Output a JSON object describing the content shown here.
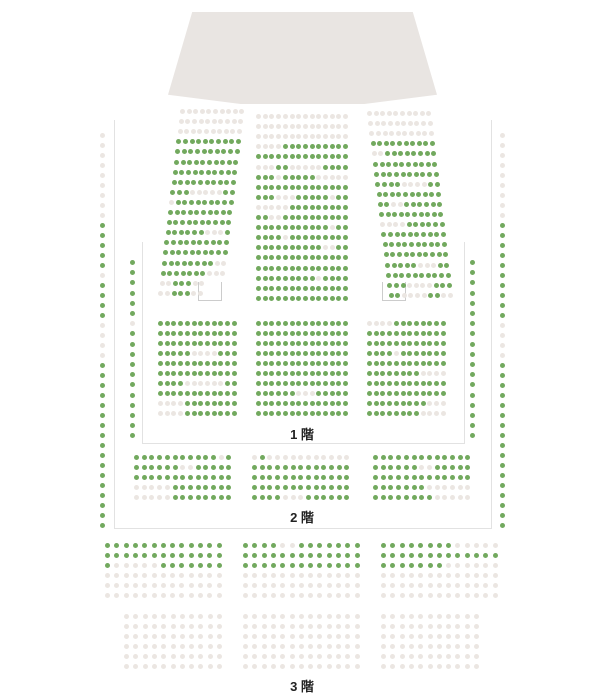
{
  "stage_label": "",
  "floors": [
    {
      "label": "1 階"
    },
    {
      "label": "2 階"
    },
    {
      "label": "3 階"
    }
  ],
  "colors": {
    "available": "#72a95e",
    "unavailable": "#ebe6e2"
  },
  "sections": [
    {
      "name": "1f-upper-left",
      "rows": [
        "0000000000",
        "0000000000",
        "0000000000",
        "1111111111",
        "1111111111",
        "1111111111",
        "1111111111",
        "1111111111",
        "1110000011",
        "0111111111",
        "1111111111",
        "1111111111",
        "1111110001",
        "1111111111",
        "1111111111",
        "1111111100",
        "1111111000",
        "0011100",
        "0011100"
      ]
    },
    {
      "name": "1f-upper-center",
      "rows": [
        "00000000000000",
        "00000000000000",
        "00000000000000",
        "00001111111111",
        "11111111111111",
        "00011000001111",
        "11101111100000",
        "11111111111111",
        "11100011111011",
        "00000111111111",
        "11001111111111",
        "11111111111011",
        "11110111111111",
        "11111111110011",
        "11111111111111",
        "11111111111111",
        "11111111101111",
        "11111111111111",
        "11111111111111"
      ]
    },
    {
      "name": "1f-upper-right",
      "rows": [
        "0000000000",
        "0000000000",
        "0000000000",
        "1111111111",
        "0011111111",
        "1111111111",
        "1111111111",
        "1111000011",
        "1111111111",
        "1100111111",
        "1111111111",
        "0000111111",
        "1111111111",
        "1111111111",
        "1111111111",
        "1111100011",
        "1111111111",
        "1110000111",
        "1100001100"
      ]
    },
    {
      "name": "1f-lower-left",
      "rows": [
        "111111111111",
        "111111111111",
        "111111111111",
        "111110000111",
        "111111111111",
        "111111111111",
        "111100000011",
        "111111111111",
        "000011111111",
        "000011111111"
      ]
    },
    {
      "name": "1f-lower-center",
      "rows": [
        "11111111111111",
        "11111111111111",
        "11111111111111",
        "11111111111111",
        "11111111111111",
        "11111111111111",
        "11111111111111",
        "11111100011111",
        "11111111111111",
        "11111111111111"
      ]
    },
    {
      "name": "1f-lower-right",
      "rows": [
        "000011111111",
        "111111111111",
        "111111111111",
        "111101111111",
        "111111111111",
        "111111110000",
        "111111111111",
        "111111111111",
        "111111111000",
        "111111110000"
      ]
    },
    {
      "name": "1f-side-left-outer",
      "rows": [
        "0",
        "0",
        "0",
        "0",
        "0",
        "0",
        "0",
        "0",
        "0",
        "1",
        "1",
        "1",
        "1",
        "1",
        "0",
        "1",
        "1",
        "1",
        "1",
        "0",
        "0",
        "0",
        "0",
        "1",
        "1",
        "1",
        "1",
        "1",
        "1",
        "1",
        "1",
        "1",
        "1",
        "1",
        "1",
        "1",
        "1",
        "1",
        "1",
        "1"
      ]
    },
    {
      "name": "1f-side-left-inner",
      "rows": [
        "1",
        "1",
        "1",
        "1",
        "1",
        "1",
        "0",
        "1",
        "1",
        "1",
        "1",
        "1",
        "1",
        "1",
        "1",
        "1",
        "1",
        "1"
      ]
    },
    {
      "name": "1f-side-right-inner",
      "rows": [
        "1",
        "1",
        "1",
        "1",
        "1",
        "1",
        "1",
        "1",
        "1",
        "1",
        "1",
        "1",
        "1",
        "1",
        "1",
        "1",
        "1",
        "1"
      ]
    },
    {
      "name": "1f-side-right-outer",
      "rows": [
        "0",
        "0",
        "0",
        "0",
        "0",
        "0",
        "0",
        "0",
        "0",
        "1",
        "1",
        "1",
        "1",
        "1",
        "1",
        "1",
        "1",
        "1",
        "1",
        "0",
        "0",
        "0",
        "0",
        "1",
        "1",
        "1",
        "1",
        "1",
        "1",
        "1",
        "1",
        "1",
        "1",
        "1",
        "1",
        "1",
        "1",
        "1",
        "1",
        "1"
      ]
    },
    {
      "name": "2f-left",
      "rows": [
        "1111111111101",
        "1111110011111",
        "1111111111111",
        "0000011111111",
        "0000011111111"
      ]
    },
    {
      "name": "2f-center",
      "rows": [
        "0100000000000",
        "1111111111111",
        "1111111111111",
        "1111111111111",
        "1111000111111"
      ]
    },
    {
      "name": "2f-right",
      "rows": [
        "1111111111111",
        "1111110011111",
        "1111111111111",
        "1111111000000",
        "1111111100000"
      ]
    },
    {
      "name": "3f-upper-left",
      "rows": [
        "1111111111111",
        "1111111111111",
        "1000001111111",
        "0000000000000",
        "0000000000000",
        "0000000000000"
      ]
    },
    {
      "name": "3f-upper-center",
      "rows": [
        "1111001111111",
        "1111111111111",
        "1111111111111",
        "0000000000000",
        "0000000000000",
        "0000000000000"
      ]
    },
    {
      "name": "3f-upper-right",
      "rows": [
        "1111111100000",
        "1111111111111",
        "1111111000000",
        "0000000000000",
        "0000000000000",
        "0000000000000"
      ]
    },
    {
      "name": "3f-lower-left",
      "rows": [
        "00000000000",
        "00000000000",
        "00000000000",
        "00000000000",
        "00000000000",
        "00000000000"
      ]
    },
    {
      "name": "3f-lower-center",
      "rows": [
        "0000000000000",
        "0000000000000",
        "0000000000000",
        "0000000000000",
        "0000000000000",
        "0000000000000"
      ]
    },
    {
      "name": "3f-lower-right",
      "rows": [
        "00000000000",
        "00000000000",
        "00000000000",
        "00000000000",
        "00000000000",
        "00000000000"
      ]
    }
  ]
}
